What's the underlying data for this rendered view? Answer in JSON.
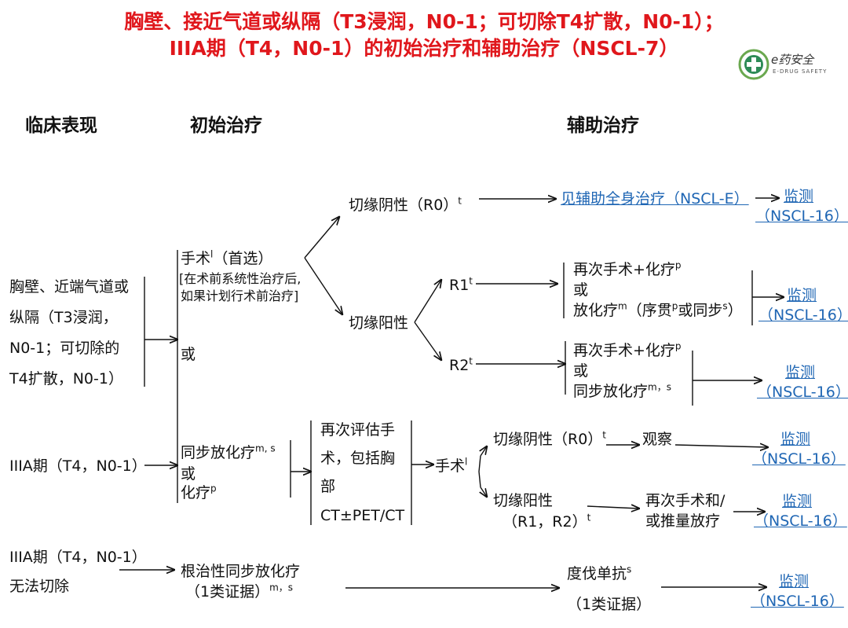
{
  "title": {
    "line1": "胸壁、接近气道或纵隔（T3浸润，N0-1；可切除T4扩散，N0-1）；",
    "line2": "IIIA期（T4，N0-1）的初始治疗和辅助治疗（NSCL-7）"
  },
  "logo": {
    "text": "e药安全",
    "subtext": "E-DRUG SAFETY"
  },
  "headers": {
    "clinical": "临床表现",
    "initial": "初始治疗",
    "adjuvant": "辅助治疗"
  },
  "clinical": {
    "group1": [
      "胸壁、近端气道或",
      "纵隔（T3浸润，",
      "N0-1；可切除的",
      "T4扩散，N0-1）"
    ],
    "group2": "IIIA期（T4，N0-1）",
    "group3": [
      "IIIA期（T4，N0-1）",
      "无法切除"
    ]
  },
  "initial": {
    "surgery": "手术",
    "surgery_sup": "l",
    "surgery_pref": "（首选）",
    "surgery_note": [
      "[在术前系统性治疗后,",
      "如果计划行术前治疗]"
    ],
    "or": "或",
    "chemo_rt": "同步放化疗",
    "chemo_rt_sup": "m, s",
    "or2": "或",
    "chemo": "化疗",
    "chemo_sup": "p",
    "definitive": "根治性同步放化疗",
    "definitive_evidence": "（1类证据）",
    "definitive_sup": "m，s"
  },
  "margins": {
    "r0": "切缘阴性（R0）",
    "r0_sup": "t",
    "positive": "切缘阳性",
    "r1": "R1",
    "r1_sup": "t",
    "r2": "R2",
    "r2_sup": "t"
  },
  "adjuvant": {
    "see_systemic": "见辅助全身治疗（NSCL-E）",
    "r1_lines": [
      "再次手术+化疗",
      "或",
      "放化疗"
    ],
    "r1_sup_p": "p",
    "r1_sup_m": "m",
    "r1_seq": "（序贯",
    "r1_seq_sup": "p",
    "r1_or": "或同步",
    "r1_or_sup": "s",
    "r1_close": "）",
    "r2_lines": [
      "再次手术+化疗",
      "或",
      "同步放化疗"
    ],
    "r2_sup_p": "p",
    "r2_sup_ms": "m，s",
    "reeval": [
      "再次评估手",
      "术，包括胸",
      "部",
      "CT±PET/CT"
    ],
    "surgery2": "手术",
    "surgery2_sup": "l",
    "neg2": "切缘阴性（R0）",
    "neg2_sup": "t",
    "observe": "观察",
    "pos2": "切缘阳性",
    "pos2_sub": "（R1，R2）",
    "pos2_sup": "t",
    "resurg": [
      "再次手术和/",
      "或推量放疗"
    ],
    "durva": "度伐单抗",
    "durva_sup": "s",
    "durva_evidence": "（1类证据）"
  },
  "monitor": {
    "label": "监测",
    "ref": "（NSCL-16）"
  }
}
